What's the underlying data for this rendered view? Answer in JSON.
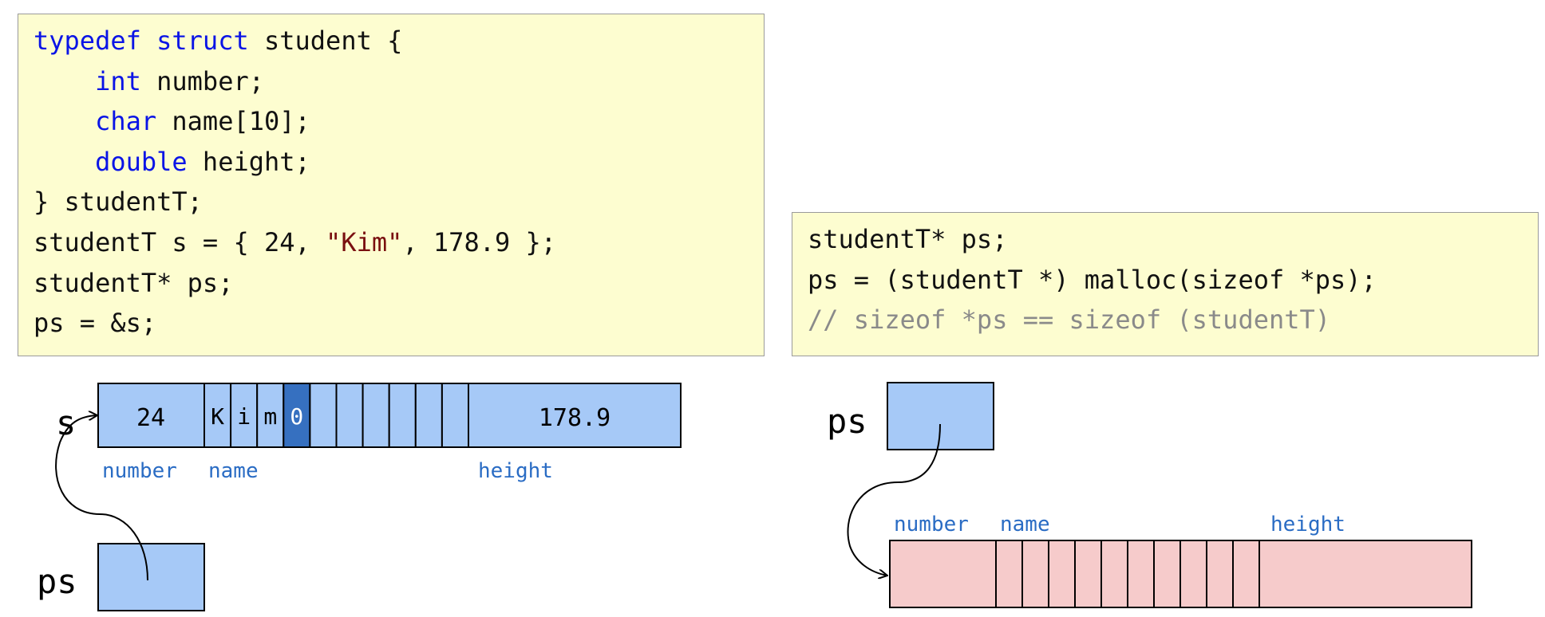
{
  "code_left": {
    "lines": [
      [
        {
          "t": "typedef",
          "c": "kw"
        },
        {
          "t": " ",
          "c": ""
        },
        {
          "t": "struct",
          "c": "kw"
        },
        {
          "t": " student {",
          "c": ""
        }
      ],
      [
        {
          "t": "    ",
          "c": ""
        },
        {
          "t": "int",
          "c": "kw"
        },
        {
          "t": " number;",
          "c": ""
        }
      ],
      [
        {
          "t": "    ",
          "c": ""
        },
        {
          "t": "char",
          "c": "kw"
        },
        {
          "t": " name[10];",
          "c": ""
        }
      ],
      [
        {
          "t": "    ",
          "c": ""
        },
        {
          "t": "double",
          "c": "kw"
        },
        {
          "t": " height;",
          "c": ""
        }
      ],
      [
        {
          "t": "} studentT;",
          "c": ""
        }
      ],
      [
        {
          "t": "studentT s = { 24, ",
          "c": ""
        },
        {
          "t": "\"Kim\"",
          "c": "str"
        },
        {
          "t": ", 178.9 };",
          "c": ""
        }
      ],
      [
        {
          "t": "studentT* ps;",
          "c": ""
        }
      ],
      [
        {
          "t": "ps = &s;",
          "c": ""
        }
      ]
    ]
  },
  "code_right": {
    "lines": [
      [
        {
          "t": "studentT* ps;",
          "c": ""
        }
      ],
      [
        {
          "t": "ps = (studentT *) malloc(sizeof *ps);",
          "c": ""
        }
      ],
      [
        {
          "t": "// sizeof *ps == sizeof (studentT)",
          "c": "cmt"
        }
      ]
    ]
  },
  "left_diagram": {
    "var_label": "s",
    "pointer_label": "ps",
    "number_value": "24",
    "name_chars": [
      "K",
      "i",
      "m",
      "0",
      "",
      "",
      "",
      "",
      "",
      ""
    ],
    "height_value": "178.9",
    "field_labels": {
      "number": "number",
      "name": "name",
      "height": "height"
    }
  },
  "right_diagram": {
    "pointer_label": "ps",
    "field_labels": {
      "number": "number",
      "name": "name",
      "height": "height"
    }
  },
  "colors": {
    "cell_fill": "#a6c9f7",
    "null_cell_fill": "#3670c0",
    "heap_fill": "#f6cbcb",
    "label_blue": "#2a6cc4",
    "code_bg": "#fdfdd0",
    "keyword": "#0a14e6",
    "string": "#7a1010",
    "comment": "#8a8a8a"
  }
}
